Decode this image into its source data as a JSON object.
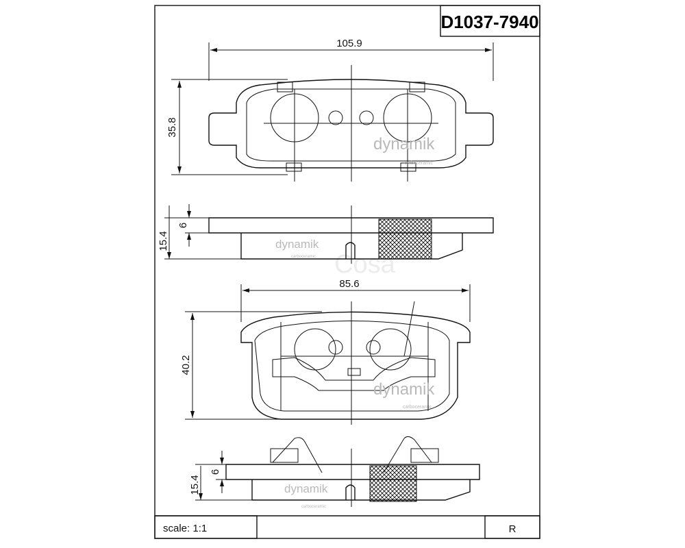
{
  "title_block": {
    "part_number": "D1037-7940",
    "scale": "scale: 1:1",
    "side": "R"
  },
  "dimensions": {
    "top_pad_width": "105.9",
    "top_pad_height": "35.8",
    "side1_total": "15.4",
    "side1_plate": "6",
    "bottom_pad_width": "85.6",
    "bottom_pad_height": "40.2",
    "side2_total": "15.4",
    "side2_plate": "6"
  },
  "watermarks": {
    "brand": "dynamik",
    "sub": "carboceramic",
    "background": "Cosa"
  }
}
